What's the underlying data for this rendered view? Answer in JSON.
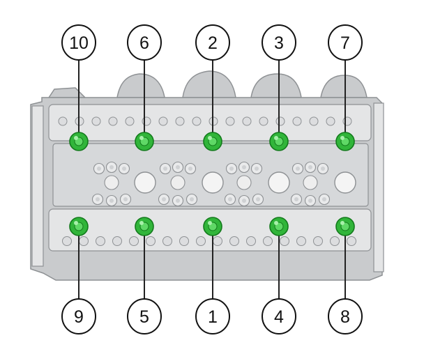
{
  "colors": {
    "head_body": "#c9cbcd",
    "head_face": "#e4e5e6",
    "head_edge": "#8e9194",
    "bolt": "#31b53a",
    "bolt_edge": "#137a1c",
    "leader": "#222222",
    "circle_fill": "#ffffff",
    "circle_stroke": "#111111"
  },
  "callouts": {
    "top": [
      {
        "label": "10",
        "bolt": "bolt-10"
      },
      {
        "label": "6",
        "bolt": "bolt-6"
      },
      {
        "label": "2",
        "bolt": "bolt-2"
      },
      {
        "label": "3",
        "bolt": "bolt-3"
      },
      {
        "label": "7",
        "bolt": "bolt-7"
      }
    ],
    "bottom": [
      {
        "label": "9",
        "bolt": "bolt-9"
      },
      {
        "label": "5",
        "bolt": "bolt-5"
      },
      {
        "label": "1",
        "bolt": "bolt-1"
      },
      {
        "label": "4",
        "bolt": "bolt-4"
      },
      {
        "label": "8",
        "bolt": "bolt-8"
      }
    ]
  }
}
